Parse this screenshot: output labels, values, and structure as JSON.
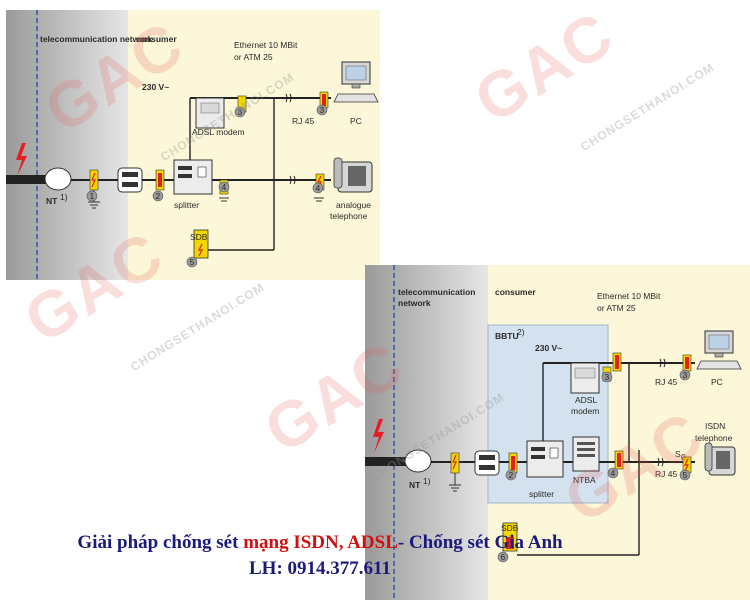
{
  "brand": {
    "logo_text": "GAC",
    "logo_site": "CHONGSETHANOI.COM",
    "accent": "#e31e24",
    "surge_yellow": "#f2d600"
  },
  "diagram_adsl": {
    "zone_left": "telecommunication network",
    "zone_right": "consumer",
    "ethernet": "Ethernet 10 MBit",
    "atm": "or ATM 25",
    "power": "230 V~",
    "modem": "ADSL modem",
    "rj45": "RJ 45",
    "pc": "PC",
    "nt": "NT",
    "nt_sup": "1)",
    "splitter": "splitter",
    "analogue_1": "analogue",
    "analogue_2": "telephone",
    "sdb": "SDB",
    "markers": [
      "1",
      "2",
      "3",
      "3",
      "4",
      "4",
      "5"
    ]
  },
  "diagram_isdn": {
    "zone_left_1": "telecommunication",
    "zone_left_2": "network",
    "zone_right": "consumer",
    "ethernet": "Ethernet 10 MBit",
    "atm": "or ATM 25",
    "bbtu": "BBTU",
    "bbtu_sup": "2)",
    "power": "230 V~",
    "modem_1": "ADSL",
    "modem_2": "modem",
    "rj45_top": "RJ 45",
    "pc": "PC",
    "isdn_1": "ISDN",
    "isdn_2": "telephone",
    "s0": "S",
    "s0_sub": "0",
    "rj45_bottom": "RJ 45",
    "ntba": "NTBA",
    "nt": "NT",
    "nt_sup": "1)",
    "splitter": "splitter",
    "sdb": "SDB",
    "markers": [
      "1",
      "2",
      "3",
      "3",
      "4",
      "5",
      "6"
    ]
  },
  "caption": {
    "part1": "Giải pháp chống sét ",
    "highlight": "mạng ISDN, ADSL",
    "part2": "- Chống sét Gia Anh",
    "phone": "LH: 0914.377.611"
  }
}
